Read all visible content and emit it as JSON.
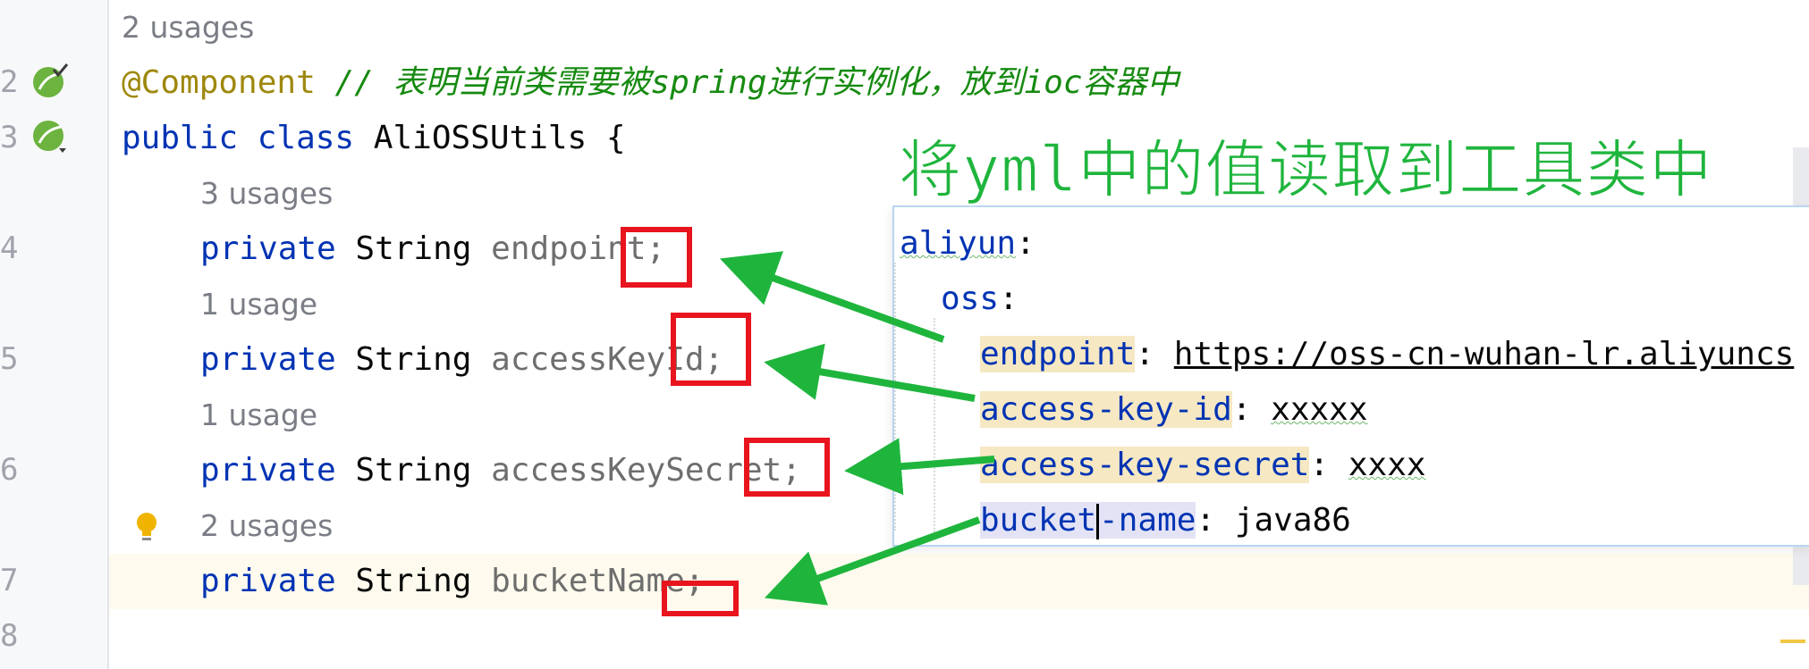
{
  "gutter": {
    "line_numbers": [
      "2",
      "3",
      "4",
      "5",
      "6",
      "7",
      "8"
    ]
  },
  "code": {
    "usages_top": "2 usages",
    "line2_annotation": "@Component",
    "line2_comment": "// 表明当前类需要被spring进行实例化，放到ioc容器中",
    "line3": {
      "kw1": "public",
      "kw2": "class",
      "name": "AliOSSUtils {"
    },
    "fields": [
      {
        "usages": "3 usages",
        "modifier": "private",
        "type": "String",
        "name": "endpoint;"
      },
      {
        "usages": "1 usage",
        "modifier": "private",
        "type": "String",
        "name": "accessKeyId;"
      },
      {
        "usages": "1 usage",
        "modifier": "private",
        "type": "String",
        "name": "accessKeySecret;"
      },
      {
        "usages": "2 usages",
        "modifier": "private",
        "type": "String",
        "name": "bucketName;"
      }
    ]
  },
  "headline": "将yml中的值读取到工具类中",
  "yml": {
    "root": "aliyun",
    "section": "oss",
    "entries": [
      {
        "key": "endpoint",
        "value": "https://oss-cn-wuhan-lr.aliyuncs"
      },
      {
        "key": "access-key-id",
        "value": "xxxxx"
      },
      {
        "key": "access-key-secret",
        "value": "xxxx"
      },
      {
        "key_a": "bucket",
        "key_b": "-name",
        "value": "java86"
      }
    ],
    "colon": ":"
  },
  "colors": {
    "keyword": "#0033b3",
    "annotation": "#9e880d",
    "comment": "#168a10",
    "highlight": "#e8141e",
    "arrow": "#1fb53d"
  },
  "icons": [
    "spring-bean-check-icon",
    "spring-bean-icon",
    "lightbulb-icon"
  ]
}
